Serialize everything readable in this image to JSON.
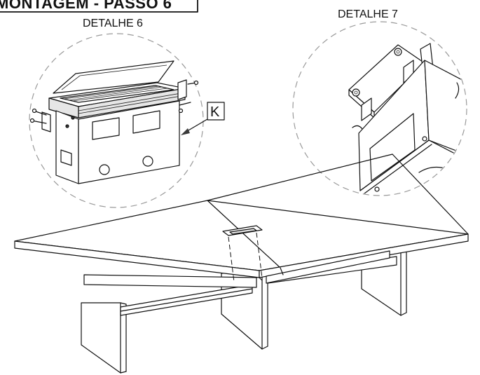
{
  "header": {
    "title": "MONTAGEM - PASSO 6"
  },
  "details": [
    {
      "label": "DETALHE 6"
    },
    {
      "label": "DETALHE 7"
    }
  ],
  "callout": {
    "letter": "K"
  }
}
